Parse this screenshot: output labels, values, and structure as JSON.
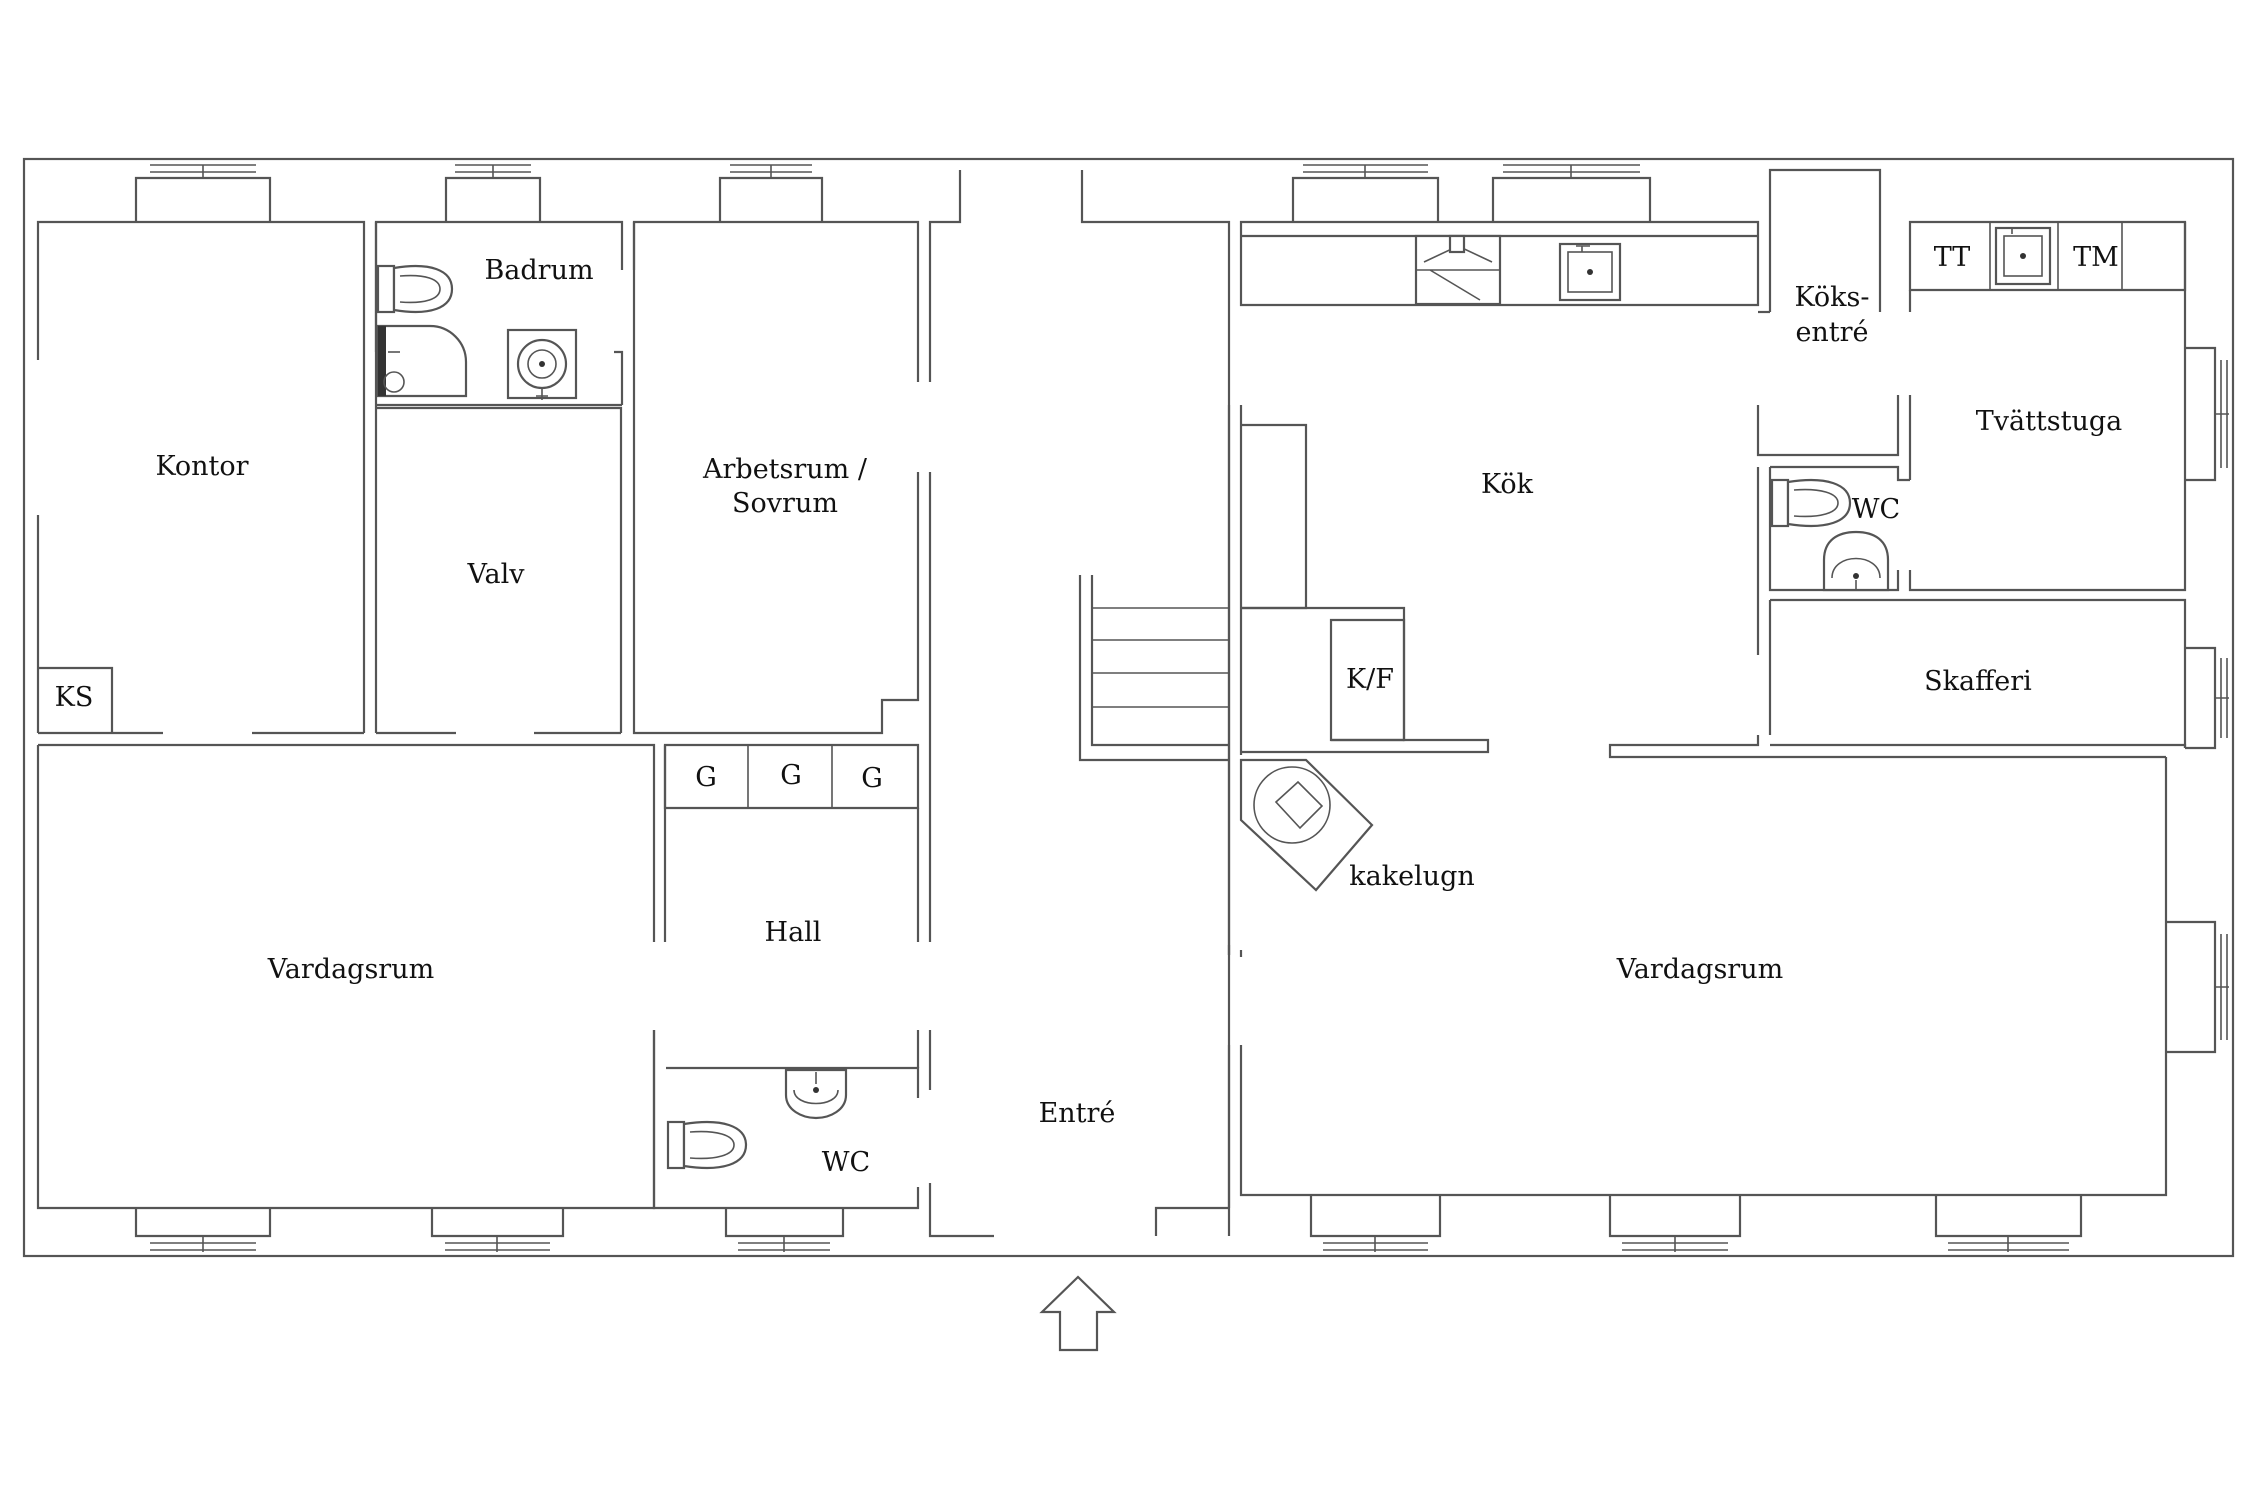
{
  "rooms": {
    "kontor": "Kontor",
    "badrum": "Badrum",
    "valv": "Valv",
    "arbetsrum_line1": "Arbetsrum /",
    "arbetsrum_line2": "Sovrum",
    "ks": "KS",
    "g1": "G",
    "g2": "G",
    "g3": "G",
    "hall": "Hall",
    "vardagsrum_left": "Vardagsrum",
    "wc_lower": "WC",
    "entre": "Entré",
    "kok": "Kök",
    "koksentre_line1": "Köks-",
    "koksentre_line2": "entré",
    "tt": "TT",
    "tm": "TM",
    "tvattstuga": "Tvättstuga",
    "wc_upper": "WC",
    "kf": "K/F",
    "skafferi": "Skafferi",
    "kakelugn": "kakelugn",
    "vardagsrum_right": "Vardagsrum"
  },
  "symbols": {
    "entrance": "arrow-up-icon",
    "toilet": "toilet-icon",
    "sink": "sink-icon",
    "stove": "stove-icon",
    "stairs": "stairs-icon",
    "tiled_stove": "kakelugn-icon"
  }
}
